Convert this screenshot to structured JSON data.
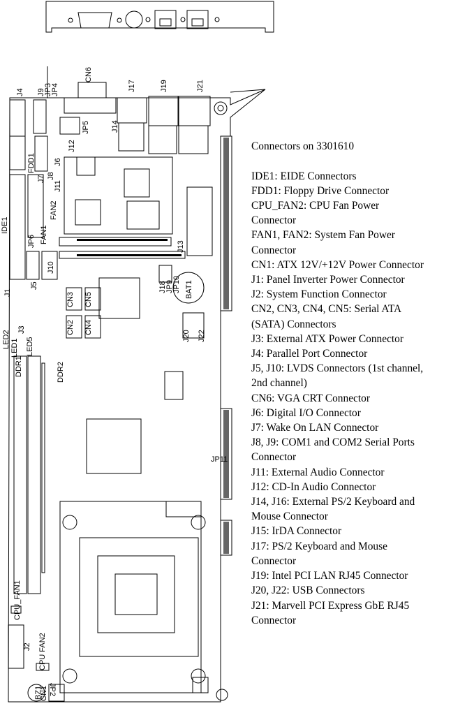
{
  "legend": {
    "title": "Connectors on 3301610",
    "entries": [
      "IDE1: EIDE Connectors",
      "FDD1: Floppy Drive Connector",
      "CPU_FAN2: CPU Fan Power\nConnector",
      "FAN1, FAN2: System Fan Power\nConnector",
      "CN1: ATX 12V/+12V Power Connector",
      "J1: Panel Inverter Power Connector",
      "J2: System Function Connector",
      "CN2, CN3, CN4, CN5: Serial ATA\n(SATA) Connectors",
      "J3: External ATX Power Connector",
      "J4: Parallel Port Connector",
      "J5, J10: LVDS Connectors (1st channel,\n2nd channel)",
      "CN6: VGA CRT Connector",
      "J6: Digital I/O Connector",
      "J7: Wake On LAN Connector",
      "J8, J9: COM1 and COM2 Serial Ports\nConnector",
      "J11: External Audio Connector",
      "J12: CD-In Audio Connector",
      "J14, J16: External PS/2 Keyboard and\nMouse Connector",
      "J15: IrDA Connector",
      "J17: PS/2 Keyboard and Mouse\nConnector",
      "J19: Intel PCI LAN RJ45 Connector",
      "J20, J22: USB Connectors",
      "J21: Marvell PCI Express GbE RJ45\nConnector"
    ]
  },
  "labels": {
    "cn6": "CN6",
    "j3p3": "JP3",
    "jp4": "JP4",
    "j9": "J9",
    "j4": "J4",
    "j17": "J17",
    "j19": "J19",
    "j21": "J21",
    "jp5": "JP5",
    "j14": "J14",
    "j12": "J12",
    "j6": "J6",
    "j8": "J8",
    "j11": "J11",
    "j7": "J7",
    "fdd1": "FDD1",
    "ide1": "IDE1",
    "jp6": "JP6",
    "fan1": "FAN1",
    "fan2": "FAN2",
    "j13": "J13",
    "j5": "J5",
    "j10": "J10",
    "j1": "J1",
    "cn3": "CN3",
    "cn5": "CN5",
    "j18": "J18",
    "jp9": "JP9",
    "jp10": "JP10",
    "bat1": "BAT1",
    "cn2": "CN2",
    "cn4": "CN4",
    "j3": "J3",
    "led2": "LED2",
    "led1": "LED1",
    "led5": "LED5",
    "j20": "J20",
    "j22": "J22",
    "ddr1": "DDR1",
    "ddr2": "DDR2",
    "jp11": "JP11",
    "cpu_fan1": "CPU_FAN1",
    "j2": "J2",
    "cpu_fan2": "CPU\nFAN2",
    "jp2": "JP2",
    "bz1": "BZ1",
    "cn1": "CN1"
  }
}
